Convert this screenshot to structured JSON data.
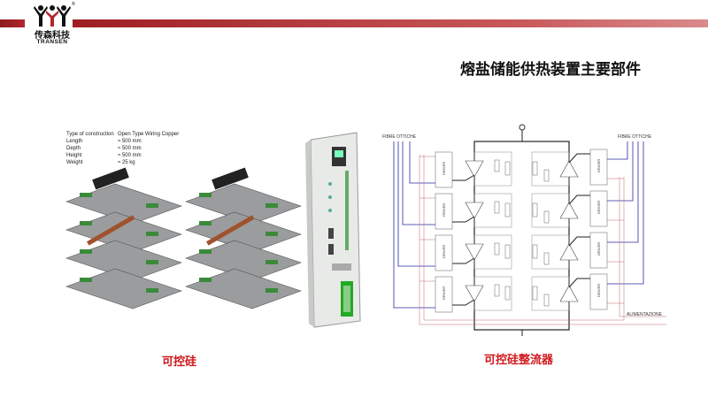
{
  "header": {
    "logo_cn": "传森科技",
    "logo_en": "TRANSEN",
    "logo_mark": "®"
  },
  "title": "熔盐储能供热装置主要部件",
  "specs": {
    "rows": [
      {
        "key": "Type of construction",
        "value": "Open Type Wiring    Copper"
      },
      {
        "key": "Length",
        "value": "≈ 500 mm"
      },
      {
        "key": "Depth",
        "value": "≈ 500 mm"
      },
      {
        "key": "Height",
        "value": "≈ 500 mm"
      },
      {
        "key": "Weight",
        "value": "≈ 25 kg"
      }
    ]
  },
  "captions": {
    "thyristor": "可控硅",
    "rectifier": "可控硅整流器"
  },
  "circuit": {
    "fibre_left": "FIBRE OTTICHE",
    "fibre_right": "FIBRE OTTICHE",
    "driver": "DRIVER",
    "supply": "ALIMENTAZIONE"
  },
  "colors": {
    "brand": "#a01f24",
    "caption": "#d0181d",
    "fibre": "#2a2aa0",
    "supply": "#c0686a"
  }
}
